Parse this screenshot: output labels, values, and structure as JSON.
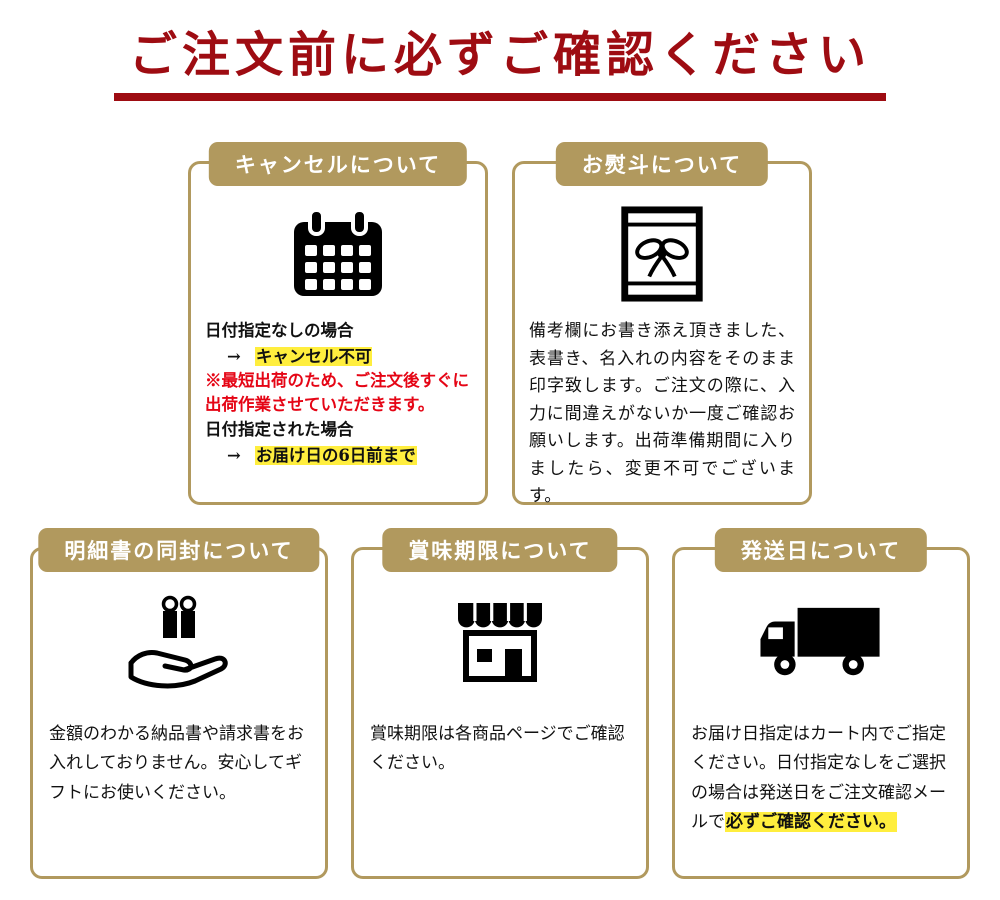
{
  "page": {
    "title": "ご注文前に必ずご確認ください"
  },
  "colors": {
    "title_red": "#9e0c12",
    "accent_gold": "#b1995e",
    "highlight_yellow": "#ffee3e",
    "warning_red": "#e50515",
    "text_black": "#111111",
    "icon_black": "#000000"
  },
  "cards": {
    "cancel": {
      "label": "キャンセルについて",
      "icon": "calendar-icon",
      "case1_title": "日付指定なしの場合",
      "arrow": "→",
      "case1_result": "キャンセル不可",
      "note_red": "※最短出荷のため、ご注文後すぐに出荷作業させていただきます。",
      "case2_title": "日付指定された場合",
      "case2_result": "お届け日の6日前まで"
    },
    "noshi": {
      "label": "お熨斗について",
      "icon": "noshi-gift-icon",
      "body": "備考欄にお書き添え頂きました、表書き、名入れの内容をそのまま印字致します。ご注文の際に、入力に間違えがないか一度ご確認お願いします。出荷準備期間に入りましたら、変更不可でございます。"
    },
    "statement": {
      "label": "明細書の同封について",
      "icon": "hand-gift-icon",
      "body": "金額のわかる納品書や請求書をお入れしておりません。安心してギフトにお使いください。"
    },
    "expiry": {
      "label": "賞味期限について",
      "icon": "storefront-icon",
      "body": "賞味期限は各商品ページでご確認ください。"
    },
    "shipping": {
      "label": "発送日について",
      "icon": "truck-icon",
      "body_plain": "お届け日指定はカート内でご指定ください。日付指定なしをご選択の場合は発送日をご注文確認メールで",
      "body_highlight": "必ずご確認ください。"
    }
  }
}
